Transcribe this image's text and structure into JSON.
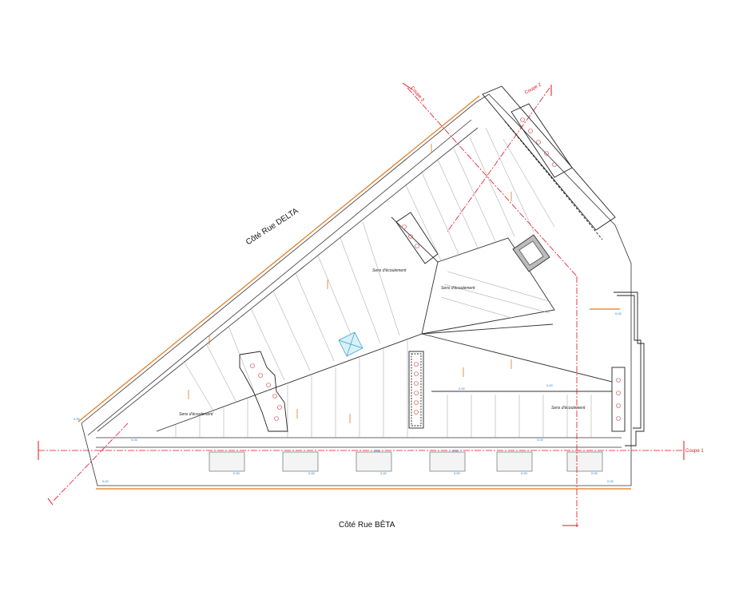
{
  "streets": {
    "delta": "Côté Rue DELTA",
    "beta": "Côté Rue BÊTA"
  },
  "sections": {
    "coupe1": "Coupe 1",
    "coupe2": "Coupe 2",
    "coupe3": "Coupe 3"
  },
  "flow_label": "Sens d'écoulement",
  "level_label": "0.00",
  "level_label_alt": "0.04",
  "colors": {
    "outline": "#222222",
    "parapet": "#e07a1a",
    "section_line": "#e0141e",
    "levels": "#2a7fd1",
    "slope_lines": "#9a9a9a",
    "drain_circles": "#d04040"
  }
}
